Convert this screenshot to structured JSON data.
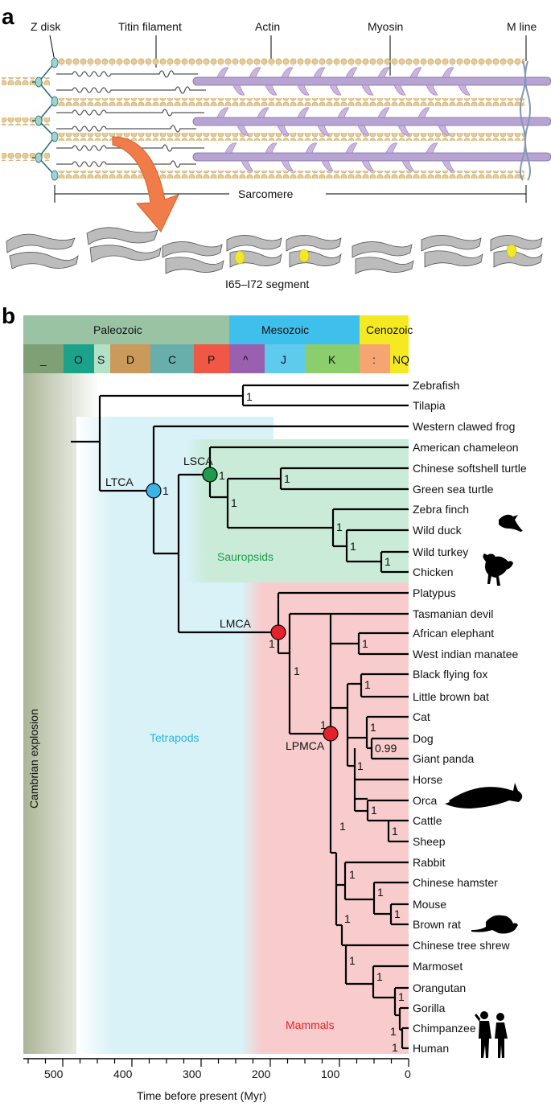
{
  "panel_a": {
    "letter": "a",
    "labels": {
      "z_disk": "Z disk",
      "titin": "Titin filament",
      "actin": "Actin",
      "myosin": "Myosin",
      "m_line": "M line",
      "sarcomere": "Sarcomere",
      "segment": "I65–I72 segment"
    }
  },
  "panel_b": {
    "letter": "b",
    "eras": [
      "Paleozoic",
      "Mesozoic",
      "Cenozoic"
    ],
    "periods": [
      "_",
      "O",
      "S",
      "D",
      "C",
      "P",
      "^",
      "J",
      "K",
      ":",
      "NQ"
    ],
    "vertical_label": "Cambrian explosion",
    "clades": {
      "tetrapods": "Tetrapods",
      "sauropsids": "Sauropsids",
      "mammals": "Mammals"
    },
    "nodes": {
      "ltca": "LTCA",
      "lsca": "LSCA",
      "lmca": "LMCA",
      "lpmca": "LPMCA"
    },
    "support": {
      "one": "1",
      "dog_panda": "0.99"
    },
    "taxa": [
      "Zebrafish",
      "Tilapia",
      "Western clawed frog",
      "American chameleon",
      "Chinese softshell turtle",
      "Green sea turtle",
      "Zebra finch",
      "Wild duck",
      "Wild turkey",
      "Chicken",
      "Platypus",
      "Tasmanian devil",
      "African elephant",
      "West indian manatee",
      "Black flying fox",
      "Little brown bat",
      "Cat",
      "Dog",
      "Giant panda",
      "Horse",
      "Orca",
      "Cattle",
      "Sheep",
      "Rabbit",
      "Chinese hamster",
      "Mouse",
      "Brown rat",
      "Chinese tree shrew",
      "Marmoset",
      "Orangutan",
      "Gorilla",
      "Chimpanzee",
      "Human"
    ],
    "axis": {
      "ticks": [
        "500",
        "400",
        "300",
        "200",
        "100",
        "0"
      ],
      "label": "Time before present (Myr)"
    }
  },
  "colors": {
    "paleozoic": "#9ac3a4",
    "mesozoic": "#3fc0ec",
    "cenozoic": "#f5ea22",
    "tetrapods_bg": "#d9f2f8",
    "sauropsids_bg": "#c9ebd8",
    "mammals_bg": "#f8cccc",
    "ltca_node": "#3ab4e6",
    "lsca_node": "#1e9c4c",
    "mammal_node": "#e5222b"
  }
}
